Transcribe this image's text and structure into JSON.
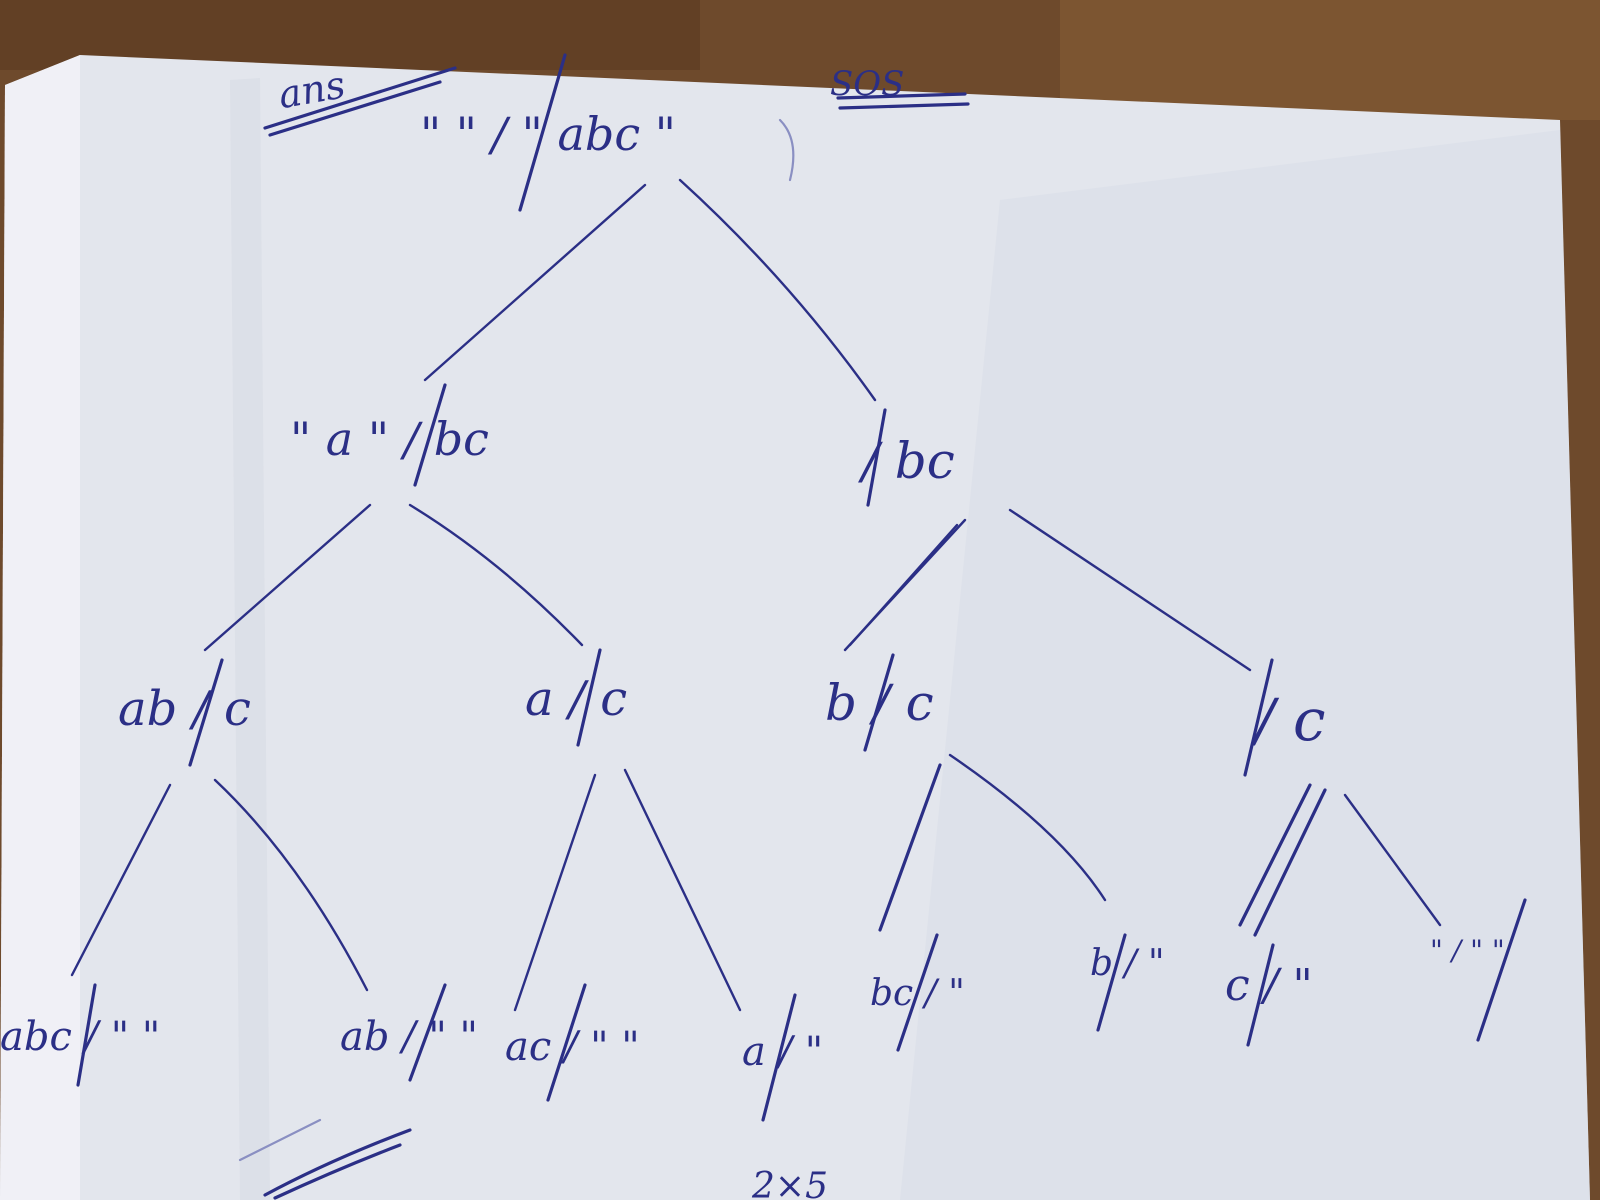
{
  "header": {
    "left_note": "ans",
    "right_note": "SOS"
  },
  "colors": {
    "ink": "#2b2f86",
    "paper": "#e4e7ee",
    "background": "#6e4a2c"
  },
  "tree": {
    "root": "\" \" / \" abc \"",
    "level1": [
      "\" a \" / bc",
      "/ bc"
    ],
    "level2": [
      "ab / c",
      "a / c",
      "b / c",
      "/ c"
    ],
    "leaves": [
      "abc / \" \"",
      "ab / \" \"",
      "ac / \" \"",
      "a / \"",
      "bc / \"",
      "b / \"",
      "c / \"",
      "\" / \" \""
    ]
  },
  "footer": {
    "fragment": "2×5"
  }
}
